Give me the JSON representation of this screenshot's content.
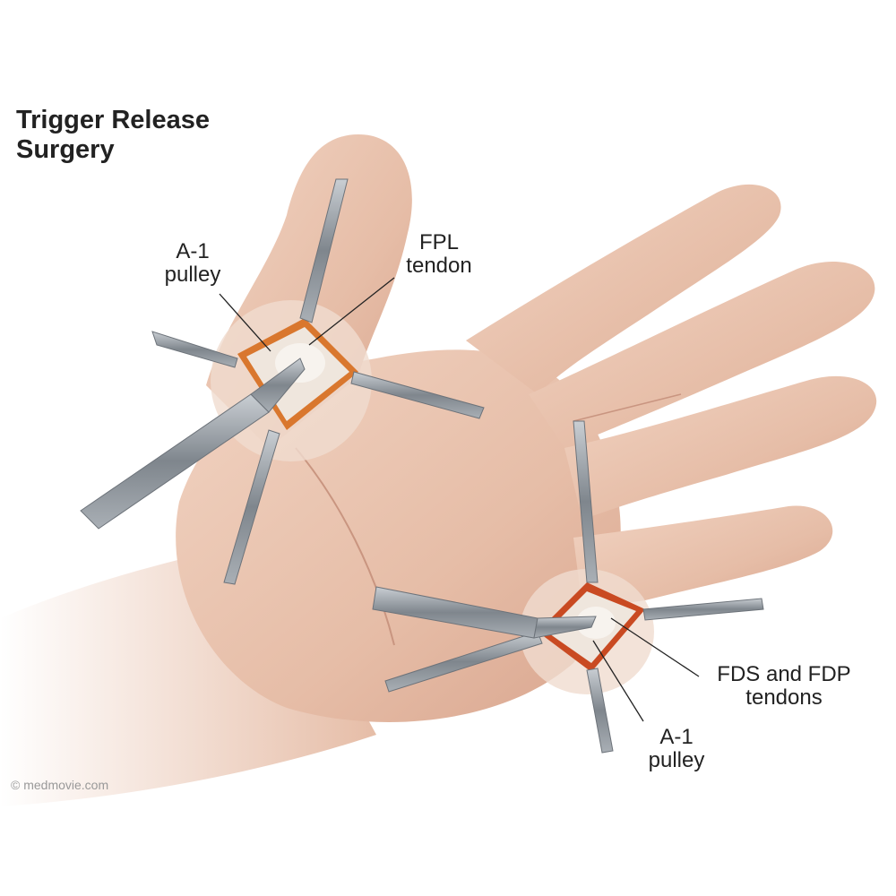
{
  "title": {
    "line1": "Trigger Release",
    "line2": "Surgery"
  },
  "labels": {
    "thumb_a1": {
      "line1": "A-1",
      "line2": "pulley"
    },
    "fpl": {
      "line1": "FPL",
      "line2": "tendon"
    },
    "fds_fdp": {
      "line1": "FDS and FDP",
      "line2": "tendons"
    },
    "finger_a1": {
      "line1": "A-1",
      "line2": "pulley"
    }
  },
  "copyright": "© medmovie.com",
  "colors": {
    "skin": "#e8c2ad",
    "skin_shadow": "#d3a38c",
    "wound": "#d9772e",
    "steel": "#8f959c",
    "text": "#222222"
  }
}
